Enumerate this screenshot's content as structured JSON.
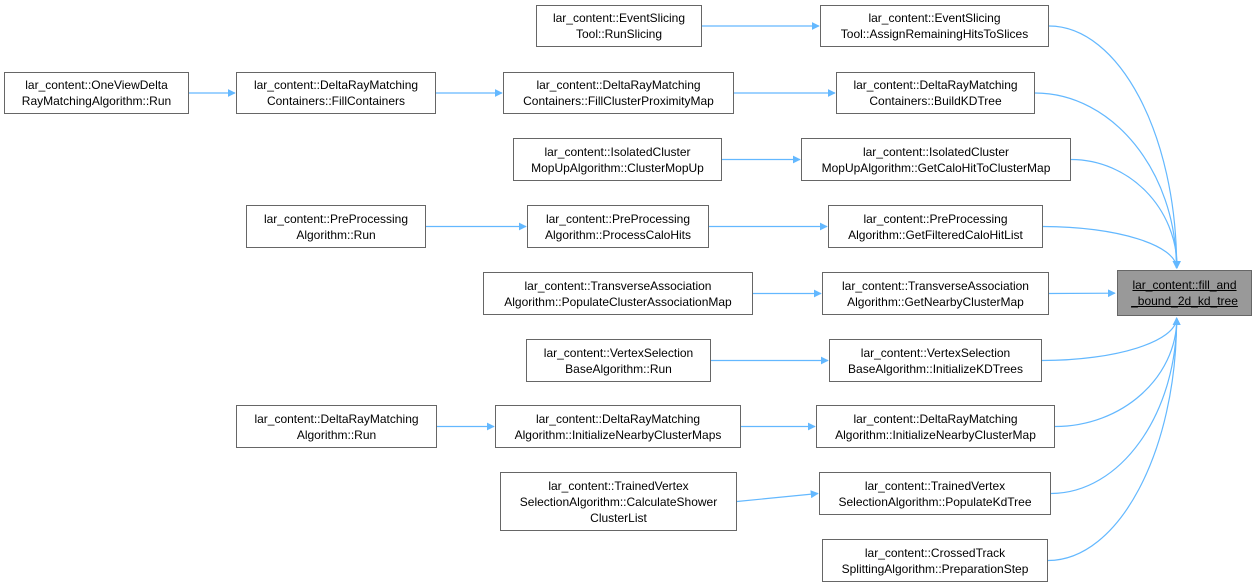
{
  "colors": {
    "edge": "#63b8ff",
    "node_border": "#666666",
    "node_fill": "#ffffff",
    "root_fill": "#999999"
  },
  "nodes": {
    "root": {
      "lines": [
        "lar_content::fill_and",
        "_bound_2d_kd_tree"
      ]
    },
    "assign_hits": {
      "lines": [
        "lar_content::EventSlicing",
        "Tool::AssignRemainingHitsToSlices"
      ]
    },
    "run_slicing": {
      "lines": [
        "lar_content::EventSlicing",
        "Tool::RunSlicing"
      ]
    },
    "build_kd": {
      "lines": [
        "lar_content::DeltaRayMatching",
        "Containers::BuildKDTree"
      ]
    },
    "fill_prox": {
      "lines": [
        "lar_content::DeltaRayMatching",
        "Containers::FillClusterProximityMap"
      ]
    },
    "fill_cont": {
      "lines": [
        "lar_content::DeltaRayMatching",
        "Containers::FillContainers"
      ]
    },
    "oneview_run": {
      "lines": [
        "lar_content::OneViewDelta",
        "RayMatchingAlgorithm::Run"
      ]
    },
    "get_calo": {
      "lines": [
        "lar_content::IsolatedCluster",
        "MopUpAlgorithm::GetCaloHitToClusterMap"
      ]
    },
    "mopup": {
      "lines": [
        "lar_content::IsolatedCluster",
        "MopUpAlgorithm::ClusterMopUp"
      ]
    },
    "get_filtered": {
      "lines": [
        "lar_content::PreProcessing",
        "Algorithm::GetFilteredCaloHitList"
      ]
    },
    "process_calo": {
      "lines": [
        "lar_content::PreProcessing",
        "Algorithm::ProcessCaloHits"
      ]
    },
    "preproc_run": {
      "lines": [
        "lar_content::PreProcessing",
        "Algorithm::Run"
      ]
    },
    "get_nearby": {
      "lines": [
        "lar_content::TransverseAssociation",
        "Algorithm::GetNearbyClusterMap"
      ]
    },
    "populate_assoc": {
      "lines": [
        "lar_content::TransverseAssociation",
        "Algorithm::PopulateClusterAssociationMap"
      ]
    },
    "init_kd": {
      "lines": [
        "lar_content::VertexSelection",
        "BaseAlgorithm::InitializeKDTrees"
      ]
    },
    "vsb_run": {
      "lines": [
        "lar_content::VertexSelection",
        "BaseAlgorithm::Run"
      ]
    },
    "init_nearby": {
      "lines": [
        "lar_content::DeltaRayMatching",
        "Algorithm::InitializeNearbyClusterMap"
      ]
    },
    "init_nearby_maps": {
      "lines": [
        "lar_content::DeltaRayMatching",
        "Algorithm::InitializeNearbyClusterMaps"
      ]
    },
    "drm_run": {
      "lines": [
        "lar_content::DeltaRayMatching",
        "Algorithm::Run"
      ]
    },
    "populate_kd": {
      "lines": [
        "lar_content::TrainedVertex",
        "SelectionAlgorithm::PopulateKdTree"
      ]
    },
    "calc_shower": {
      "lines": [
        "lar_content::TrainedVertex",
        "SelectionAlgorithm::CalculateShower",
        "ClusterList"
      ]
    },
    "crossed_prep": {
      "lines": [
        "lar_content::CrossedTrack",
        "SplittingAlgorithm::PreparationStep"
      ]
    }
  },
  "edges": [
    [
      "run_slicing",
      "assign_hits"
    ],
    [
      "oneview_run",
      "fill_cont"
    ],
    [
      "fill_cont",
      "fill_prox"
    ],
    [
      "fill_prox",
      "build_kd"
    ],
    [
      "mopup",
      "get_calo"
    ],
    [
      "preproc_run",
      "process_calo"
    ],
    [
      "process_calo",
      "get_filtered"
    ],
    [
      "populate_assoc",
      "get_nearby"
    ],
    [
      "vsb_run",
      "init_kd"
    ],
    [
      "drm_run",
      "init_nearby_maps"
    ],
    [
      "init_nearby_maps",
      "init_nearby"
    ],
    [
      "calc_shower",
      "populate_kd"
    ],
    [
      "assign_hits",
      "root"
    ],
    [
      "build_kd",
      "root"
    ],
    [
      "get_calo",
      "root"
    ],
    [
      "get_filtered",
      "root"
    ],
    [
      "get_nearby",
      "root"
    ],
    [
      "init_kd",
      "root"
    ],
    [
      "init_nearby",
      "root"
    ],
    [
      "populate_kd",
      "root"
    ],
    [
      "crossed_prep",
      "root"
    ]
  ]
}
